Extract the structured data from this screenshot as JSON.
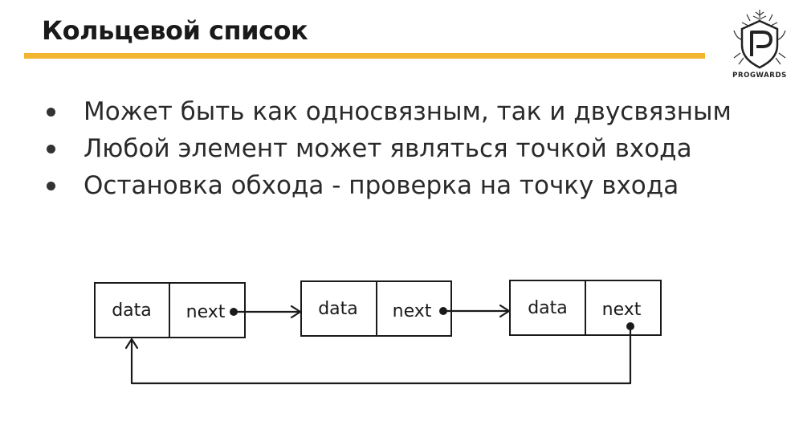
{
  "slide": {
    "title": "Кольцевой список",
    "accent_color": "#f2b531",
    "logo_text": "PROGWARDS",
    "logo_icon": "progwards-crest-logo"
  },
  "bullets": [
    "Может быть как односвязным, так и двусвязным",
    "Любой элемент может являться точкой входа",
    "Остановка обхода - проверка на точку входа"
  ],
  "diagram": {
    "nodes": [
      {
        "data_label": "data",
        "next_label": "next"
      },
      {
        "data_label": "data",
        "next_label": "next"
      },
      {
        "data_label": "data",
        "next_label": "next"
      }
    ]
  }
}
